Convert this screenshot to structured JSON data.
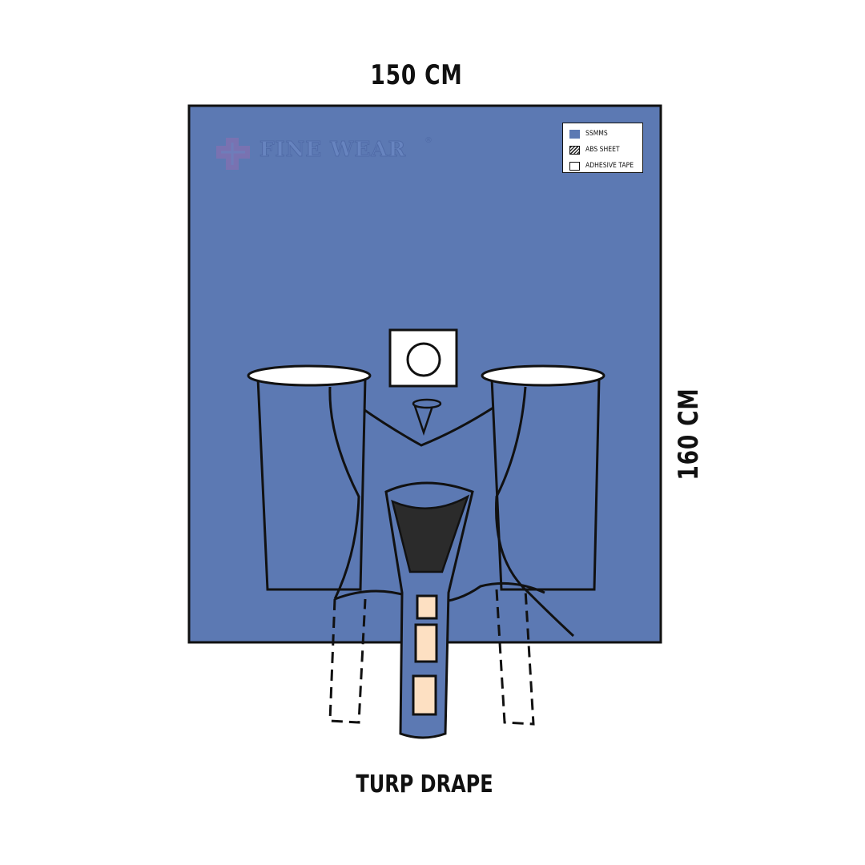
{
  "dimensions": {
    "width_label": "150 CM",
    "height_label": "160 CM"
  },
  "caption": "TURP DRAPE",
  "legend": {
    "items": [
      {
        "label": "SSMMS",
        "swatch": "ssmms",
        "color": "#5c79b3"
      },
      {
        "label": "ABS SHEET",
        "swatch": "abs"
      },
      {
        "label": "ADHESIVE TAPE",
        "swatch": "tape",
        "color": "#ffffff"
      }
    ]
  },
  "logo": {
    "text": "FINE WEAR",
    "registered_mark": "®",
    "icon": "cross-logo-icon"
  },
  "colors": {
    "drape": "#5c79b3",
    "outline": "#111111",
    "abs_pouch": "#2b2b2b",
    "tape_strips": "#fde0c2",
    "background": "#ffffff"
  }
}
